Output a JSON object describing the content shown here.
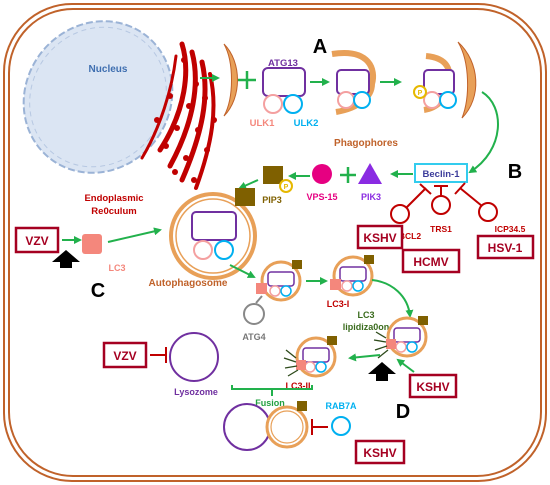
{
  "nucleus": {
    "label": "Nucleus"
  },
  "er": {
    "label_line1": "Endoplasmic",
    "label_line2": "Re0culum"
  },
  "panels": {
    "a": "A",
    "b": "B",
    "c": "C",
    "d": "D"
  },
  "proteins": {
    "atg13": "ATG13",
    "ulk1": "ULK1",
    "ulk2": "ULK2",
    "beclin1": "Beclin-1",
    "vps15": "VPS-15",
    "pik3": "PIK3",
    "pip3": "PIP3",
    "bcl2": "BCL2",
    "trs1": "TRS1",
    "icp345": "ICP34.5",
    "lc3": "LC3",
    "lc3_i": "LC3-I",
    "lc3_ii": "LC3-II",
    "atg4": "ATG4",
    "rab7a": "RAB7A",
    "p": "P"
  },
  "stages": {
    "phagophores": "Phagophores",
    "autophagosome": "Autophagosome",
    "lc3_lipid_line1": "LC3",
    "lc3_lipid_line2": "lipidiza0on",
    "lysozome": "Lysozome",
    "fusion": "Fusion"
  },
  "viruses": {
    "vzv_top": "VZV",
    "kshv_beclin": "KSHV",
    "hcmv": "HCMV",
    "hsv1": "HSV-1",
    "vzv_lysosome": "VZV",
    "kshv_lipidation": "KSHV",
    "kshv_rab7a": "KSHV"
  },
  "colors": {
    "cell_border": "#c0622a",
    "arrow": "#22b14c",
    "inhibit": "#c00000",
    "virus_box": "#a50021",
    "phagophore": "#e8a058",
    "atg13": "#7030a0",
    "ulk1": "#f4a0a0",
    "ulk2": "#00b0f0",
    "beclin": "#33ccee",
    "vps15": "#e60081",
    "pik3": "#8a2be2",
    "pip3": "#7f6000",
    "lc3": "#f4877c",
    "lysosome": "#7030a0",
    "er": "#c00000"
  }
}
